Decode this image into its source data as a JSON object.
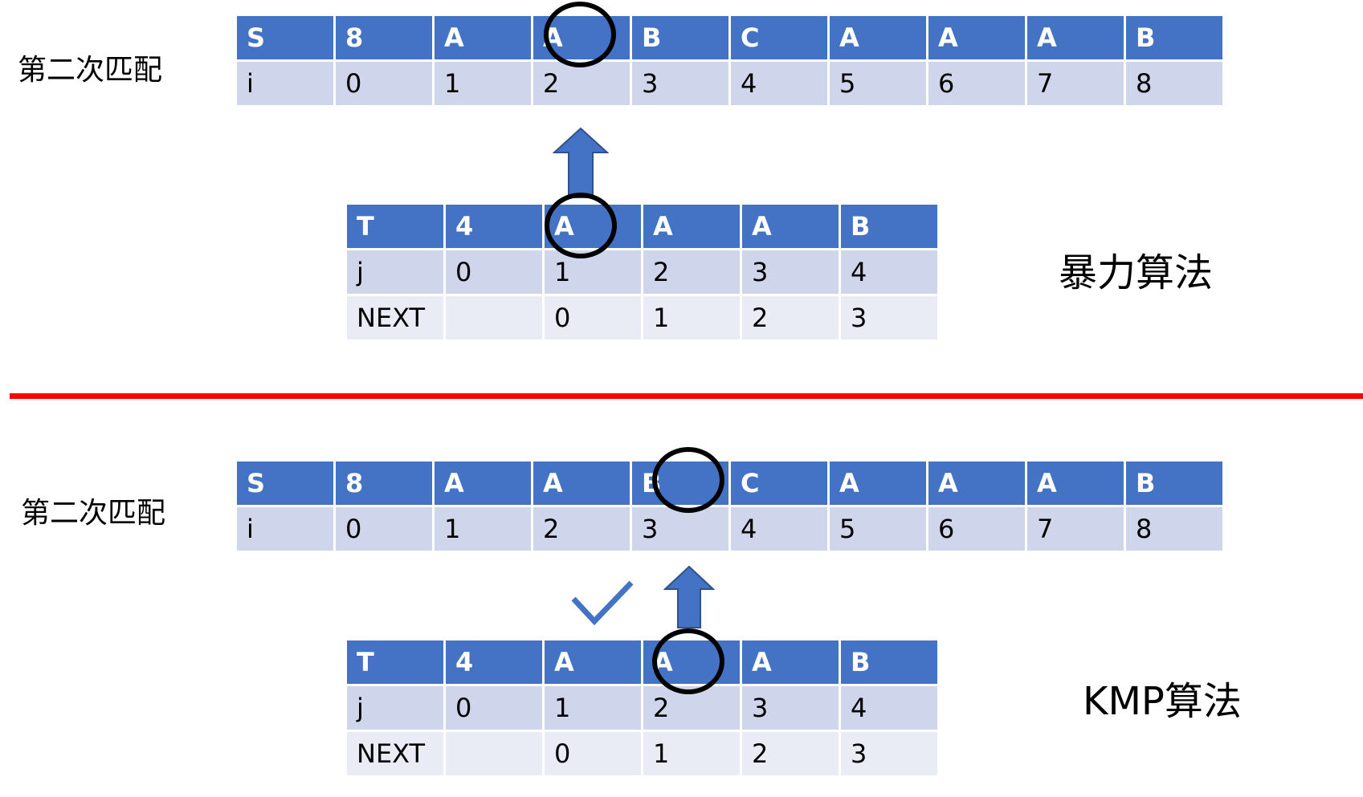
{
  "top": {
    "label": "第二次匹配",
    "algo": "暴力算法",
    "s_table": {
      "header": [
        "S",
        "8",
        "A",
        "A",
        "B",
        "C",
        "A",
        "A",
        "A",
        "B"
      ],
      "index": [
        "i",
        "0",
        "1",
        "2",
        "3",
        "4",
        "5",
        "6",
        "7",
        "8"
      ]
    },
    "t_table": {
      "header": [
        "T",
        "4",
        "A",
        "A",
        "A",
        "B"
      ],
      "j": [
        "j",
        "0",
        "1",
        "2",
        "3",
        "4"
      ],
      "next": [
        "NEXT",
        "",
        "0",
        "1",
        "2",
        "3"
      ]
    }
  },
  "bottom": {
    "label": "第二次匹配",
    "algo": "KMP算法",
    "s_table": {
      "header": [
        "S",
        "8",
        "A",
        "A",
        "B",
        "C",
        "A",
        "A",
        "A",
        "B"
      ],
      "index": [
        "i",
        "0",
        "1",
        "2",
        "3",
        "4",
        "5",
        "6",
        "7",
        "8"
      ]
    },
    "t_table": {
      "header": [
        "T",
        "4",
        "A",
        "A",
        "A",
        "B"
      ],
      "j": [
        "j",
        "0",
        "1",
        "2",
        "3",
        "4"
      ],
      "next": [
        "NEXT",
        "",
        "0",
        "1",
        "2",
        "3"
      ]
    }
  },
  "colors": {
    "header_fill": "#4472c4",
    "row_fill": "#cfd5ea",
    "row_fill_alt": "#e9ebf5",
    "divider": "#ff0000",
    "arrow": "#4472c4"
  }
}
